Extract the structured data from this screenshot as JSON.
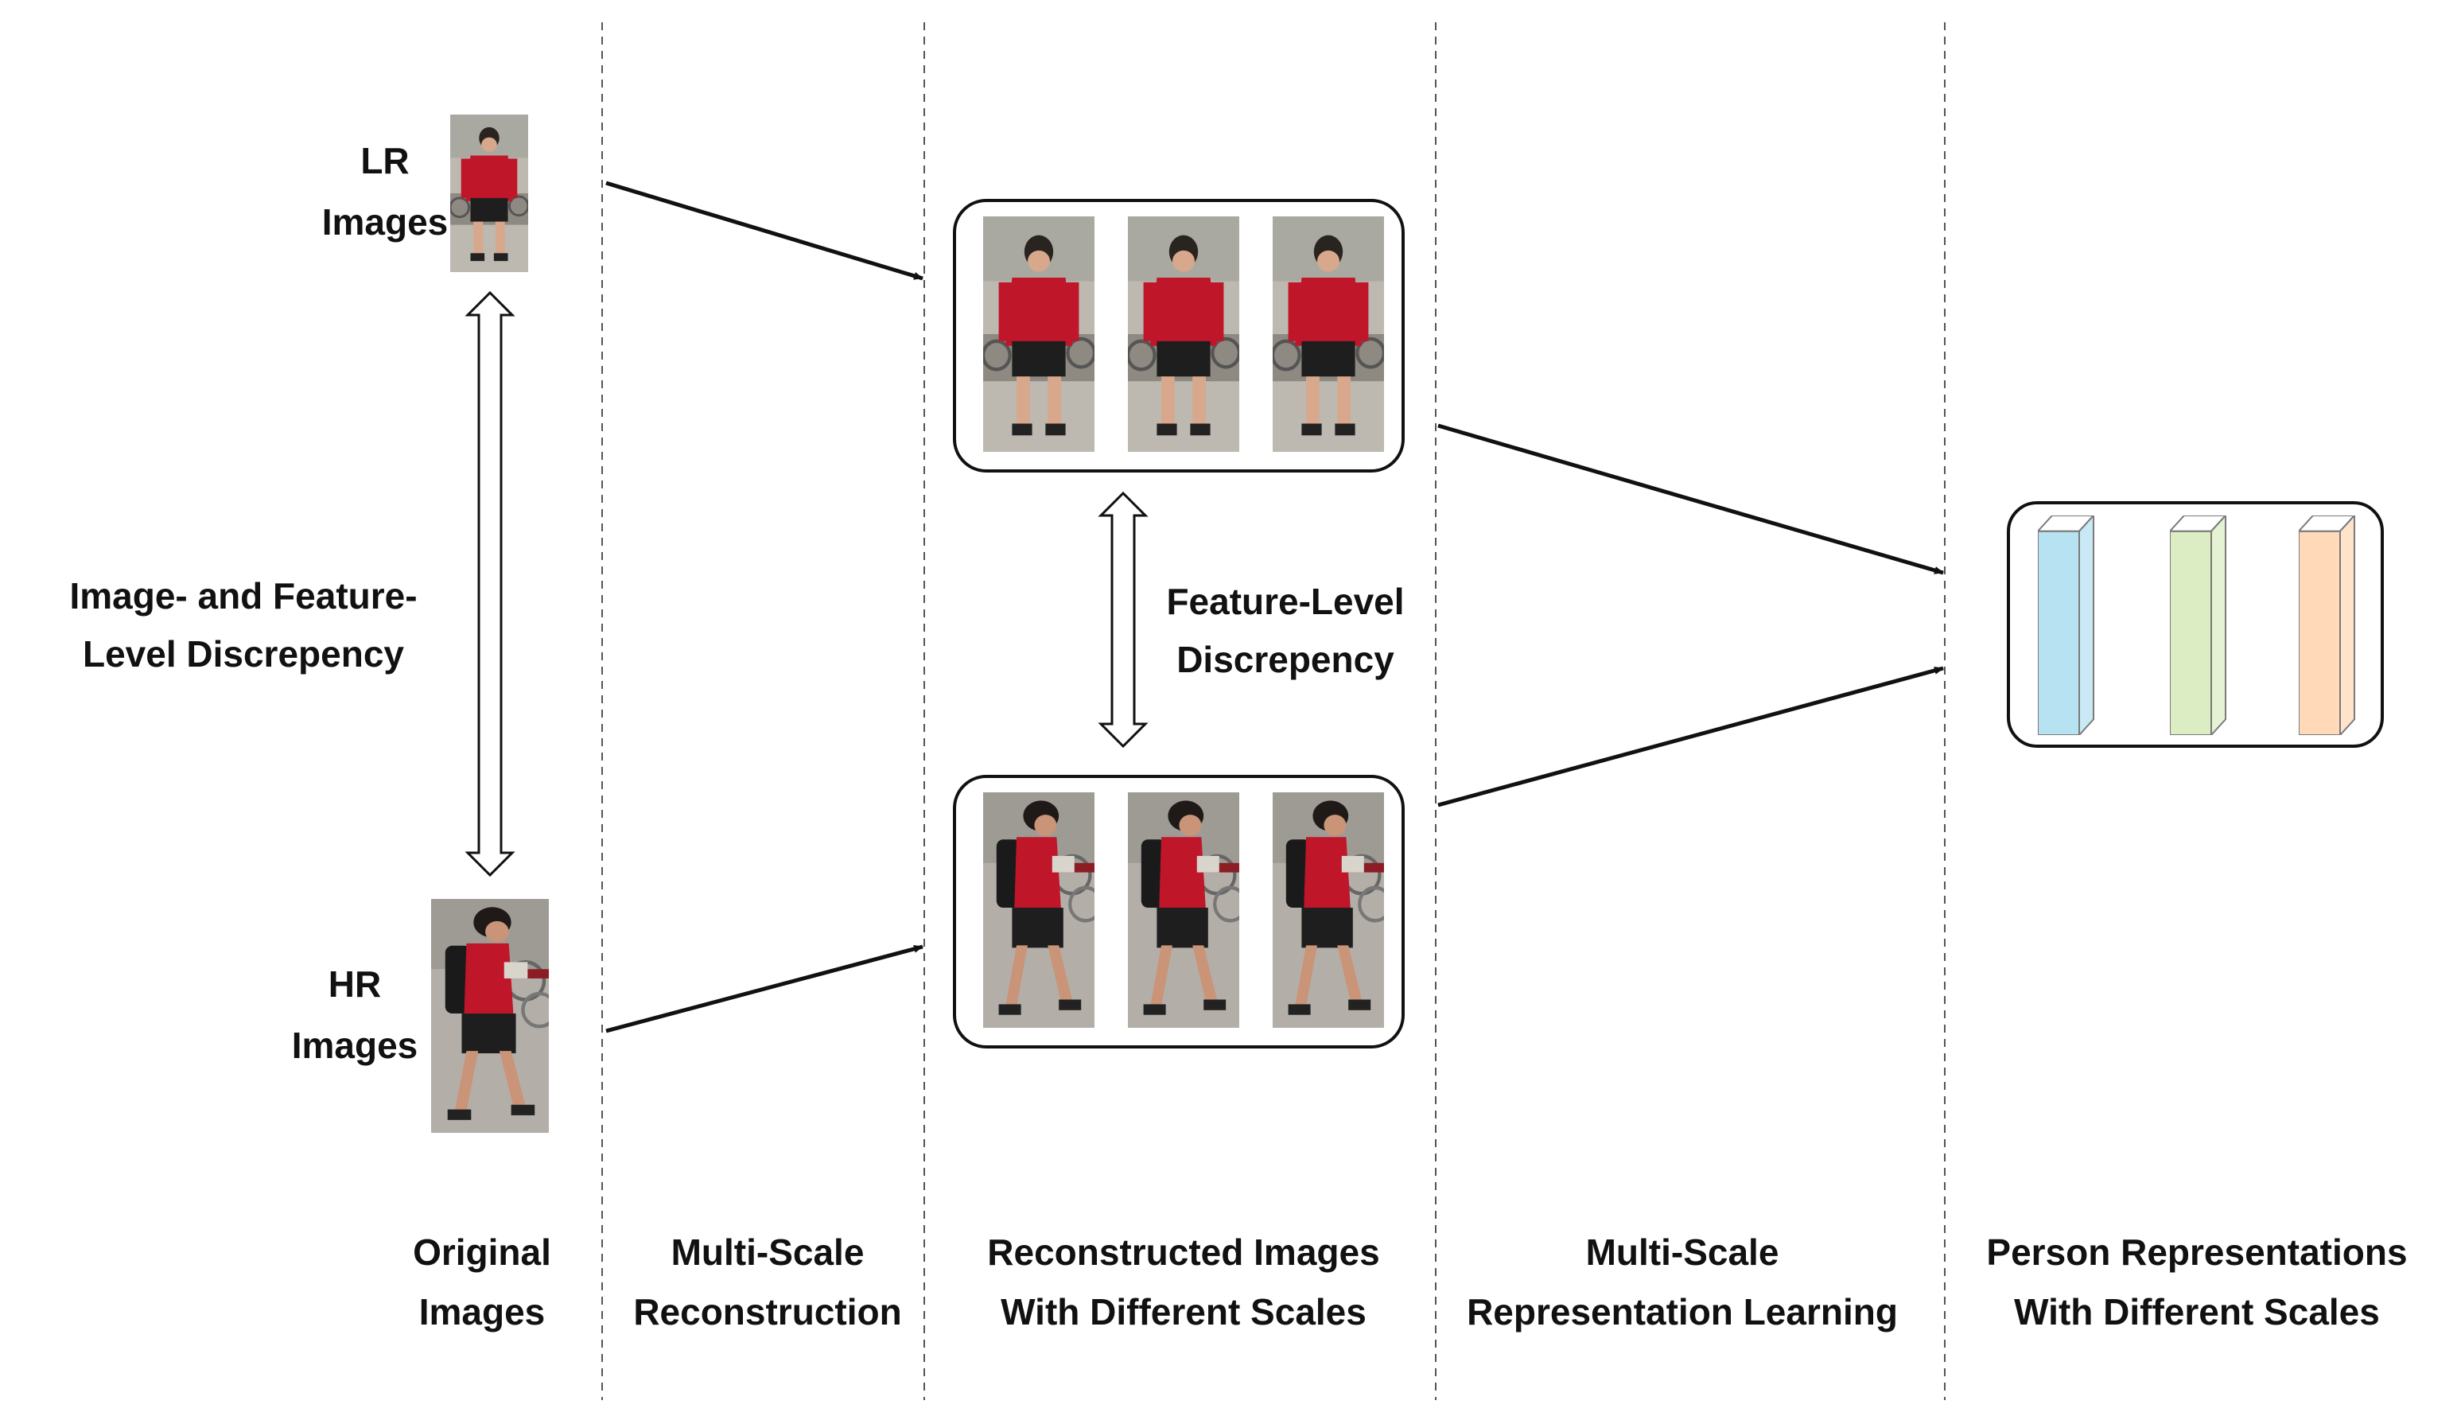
{
  "labels": {
    "lr_line1": "LR",
    "lr_line2": "Images",
    "hr_line1": "HR",
    "hr_line2": "Images",
    "image_feature_line1": "Image- and Feature-",
    "image_feature_line2": "Level Discrepency",
    "feature_level_line1": "Feature-Level",
    "feature_level_line2": "Discrepency"
  },
  "columns": [
    {
      "line1": "Original",
      "line2": "Images"
    },
    {
      "line1": "Multi-Scale",
      "line2": "Reconstruction"
    },
    {
      "line1": "Reconstructed Images",
      "line2": "With Different Scales"
    },
    {
      "line1": "Multi-Scale",
      "line2": "Representation Learning"
    },
    {
      "line1": "Person Representations",
      "line2": "With Different Scales"
    }
  ],
  "colors": {
    "shirt": "#c0162a",
    "shorts": "#1e1e1e",
    "background_photo": "#b8b4ad",
    "bar_blue": "#b7e2f2",
    "bar_green": "#dcedc4",
    "bar_orange": "#ffd9b8",
    "arrow": "#111111",
    "divider": "#555555"
  },
  "icons": {
    "person_photo": "pedestrian-photo-icon",
    "feature_bar": "feature-vector-bar-icon"
  }
}
